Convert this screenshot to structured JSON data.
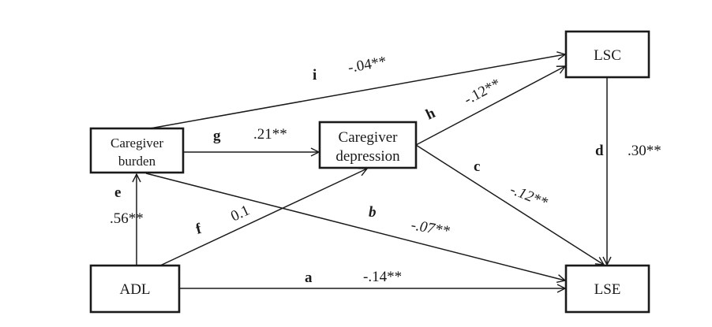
{
  "diagram": {
    "type": "path-model",
    "nodes": {
      "burden": {
        "lines": [
          "Caregiver",
          "burden"
        ]
      },
      "depression": {
        "lines": [
          "Caregiver",
          "depression"
        ]
      },
      "adl": {
        "lines": [
          "ADL"
        ]
      },
      "lsc": {
        "lines": [
          "LSC"
        ]
      },
      "lse": {
        "lines": [
          "LSE"
        ]
      }
    },
    "paths": [
      {
        "id": "a",
        "from": "ADL",
        "to": "LSE",
        "letter": "a",
        "coefficient": "-.14**"
      },
      {
        "id": "b",
        "from": "Caregiver burden",
        "to": "LSE",
        "letter": "b",
        "coefficient": "-.07**"
      },
      {
        "id": "c",
        "from": "Caregiver depression",
        "to": "LSE",
        "letter": "c",
        "coefficient": "-.12**"
      },
      {
        "id": "d",
        "from": "LSC",
        "to": "LSE",
        "letter": "d",
        "coefficient": ".30**"
      },
      {
        "id": "e",
        "from": "ADL",
        "to": "Caregiver burden",
        "letter": "e",
        "coefficient": ".56**"
      },
      {
        "id": "f",
        "from": "ADL",
        "to": "Caregiver depression",
        "letter": "f",
        "coefficient": "0.1"
      },
      {
        "id": "g",
        "from": "Caregiver burden",
        "to": "Caregiver depression",
        "letter": "g",
        "coefficient": ".21**"
      },
      {
        "id": "h",
        "from": "Caregiver depression",
        "to": "LSC",
        "letter": "h",
        "coefficient": "-.12**"
      },
      {
        "id": "i",
        "from": "Caregiver burden",
        "to": "LSC",
        "letter": "i",
        "coefficient": "-.04**"
      }
    ]
  }
}
